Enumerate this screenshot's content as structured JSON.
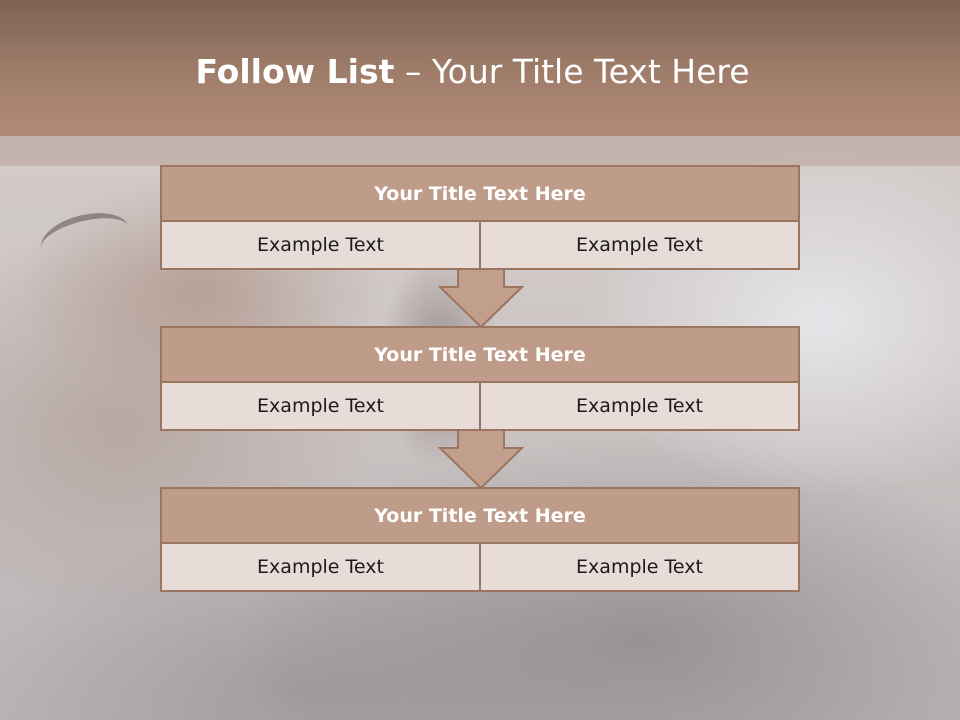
{
  "header": {
    "title_bold": "Follow List",
    "title_sep": "–",
    "title_rest": "Your Title Text Here"
  },
  "blocks": [
    {
      "title": "Your Title Text Here",
      "left": "Example Text",
      "right": "Example Text"
    },
    {
      "title": "Your Title Text Here",
      "left": "Example Text",
      "right": "Example Text"
    },
    {
      "title": "Your Title Text Here",
      "left": "Example Text",
      "right": "Example Text"
    }
  ],
  "colors": {
    "header_band": "#a07e6b",
    "block_title": "#bf9c89",
    "block_border": "#9c7561",
    "cell_fill": "#e8dcd8",
    "arrow_fill": "#c29f8c"
  }
}
